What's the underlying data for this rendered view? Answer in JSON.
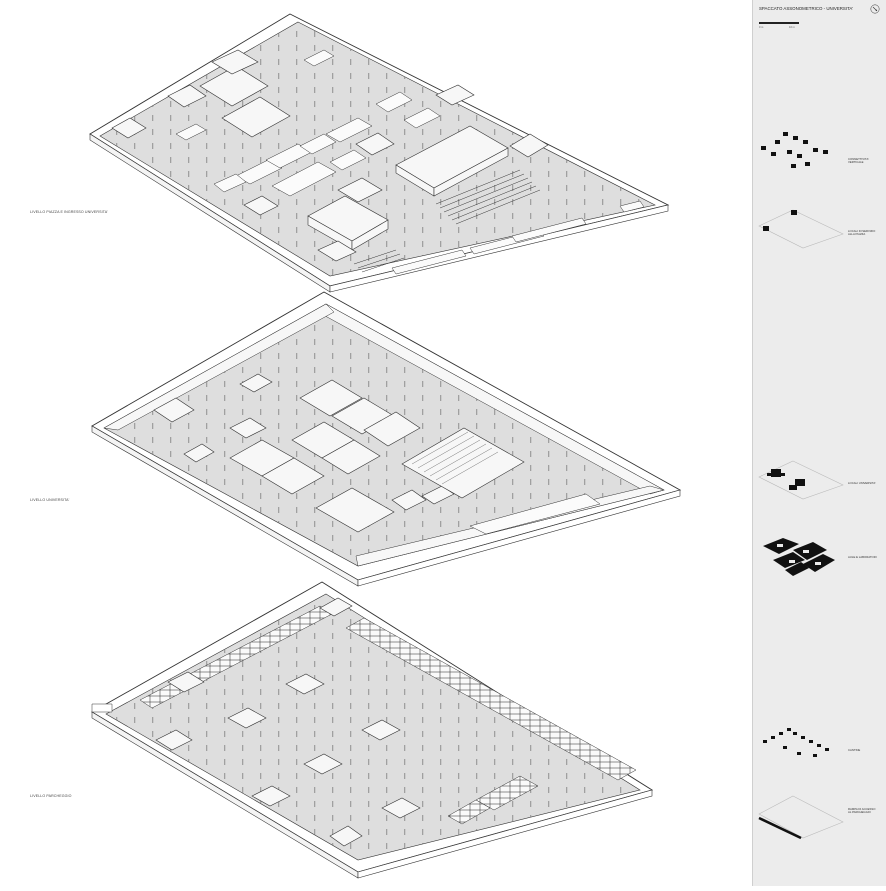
{
  "sheet": {
    "title": "SPACCATO ASSONOMETRICO - UNIVERSITA'",
    "scale_labels": [
      "0 m",
      "10 m"
    ]
  },
  "levels": [
    {
      "label": "LIVELLO PIAZZA E INGRESSO UNIVERSITA'"
    },
    {
      "label": "LIVELLO UNIVERSITA'"
    },
    {
      "label": "LIVELLO PARCHEGGIO"
    }
  ],
  "legend": [
    {
      "label": "CONNETTIVITA' VERTICALE"
    },
    {
      "label": "LOCALI DI SERVIZIO\nALLA PIAZZA"
    },
    {
      "label": "LOCALI UNIVERSITA'"
    },
    {
      "label": "AULE E LABORATORI"
    },
    {
      "label": "CANTINE"
    },
    {
      "label": "RAMPA DI ACCESSO\nAL PARCHEGGIO"
    }
  ],
  "colors": {
    "floor": "#dedede",
    "line": "#333333",
    "block": "#f7f7f7",
    "sidebar": "#ececec",
    "legend_fill": "#111111"
  },
  "icons": [
    "north-arrow-icon"
  ]
}
